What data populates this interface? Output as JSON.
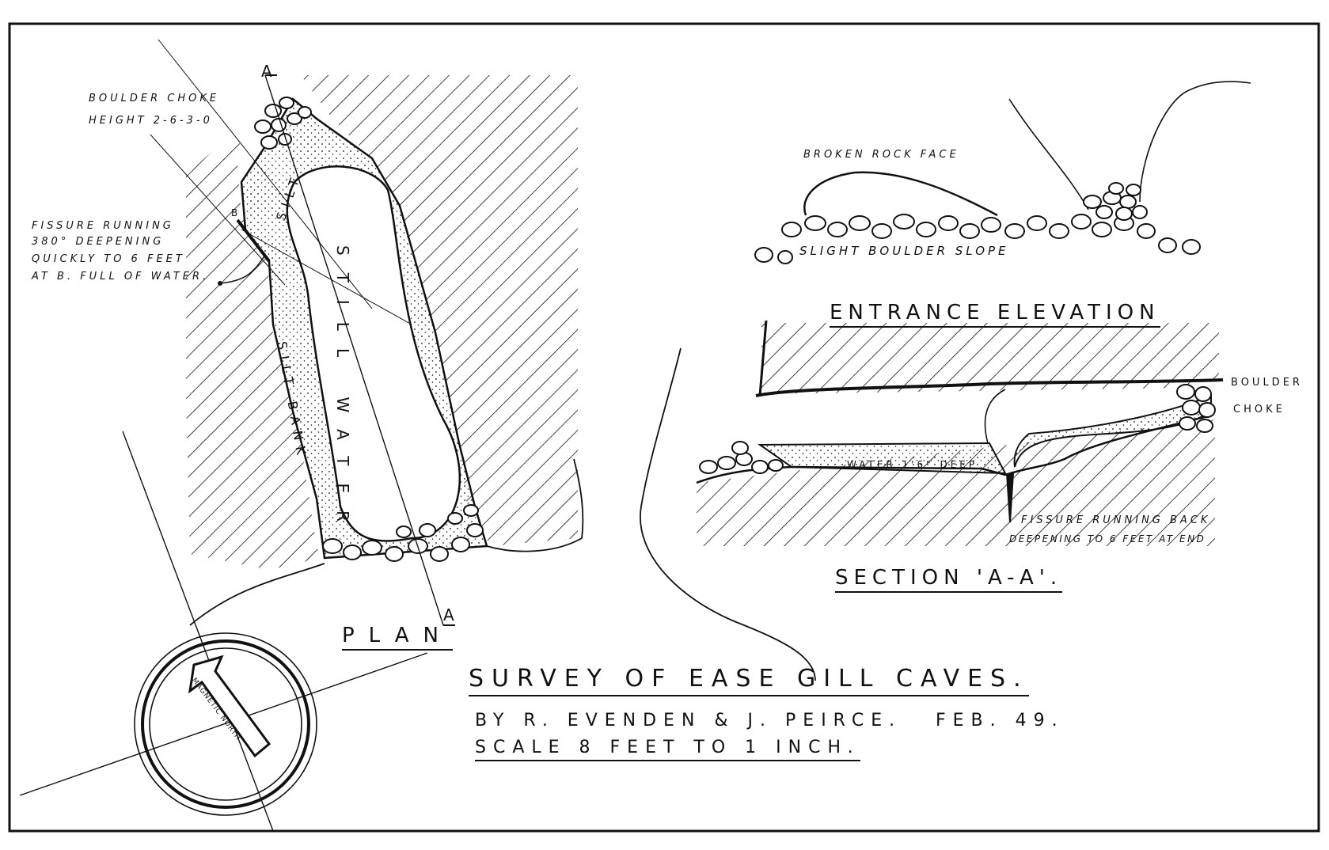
{
  "labels": {
    "boulder_choke_top_line1": "BOULDER CHOKE",
    "boulder_choke_top_line2": "HEIGHT 2-6-3-0",
    "fissure_plan_line1": "FISSURE RUNNING",
    "fissure_plan_line2": "380° DEEPENING",
    "fissure_plan_line3": "QUICKLY TO 6 FEET",
    "fissure_plan_line4": "AT B. FULL OF WATER.",
    "point_a_top": "A",
    "point_a_bottom": "A",
    "point_b": "B",
    "silt": "SILT",
    "still_water": "STILL WATER",
    "silt_bank": "SILT BANK",
    "broken_rock_face": "BROKEN ROCK FACE",
    "slight_boulder_slope": "SLIGHT BOULDER SLOPE",
    "boulder_choke_section_line1": "BOULDER",
    "boulder_choke_section_line2": "CHOKE",
    "water_depth": "WATER 1'6\" DEEP",
    "fissure_section_line1": "FISSURE RUNNING BACK",
    "fissure_section_line2": "DEEPENING TO 6 FEET AT END",
    "compass": "MAGNETIC NORTH"
  },
  "captions": {
    "plan": "PLAN",
    "entrance_elevation": "ENTRANCE ELEVATION",
    "section": "SECTION 'A-A'."
  },
  "title_block": {
    "title": "SURVEY OF EASE GILL CAVES.",
    "authors": "BY R. EVENDEN & J. PEIRCE.",
    "date": "FEB. 49.",
    "scale": "SCALE 8 FEET TO 1 INCH."
  }
}
